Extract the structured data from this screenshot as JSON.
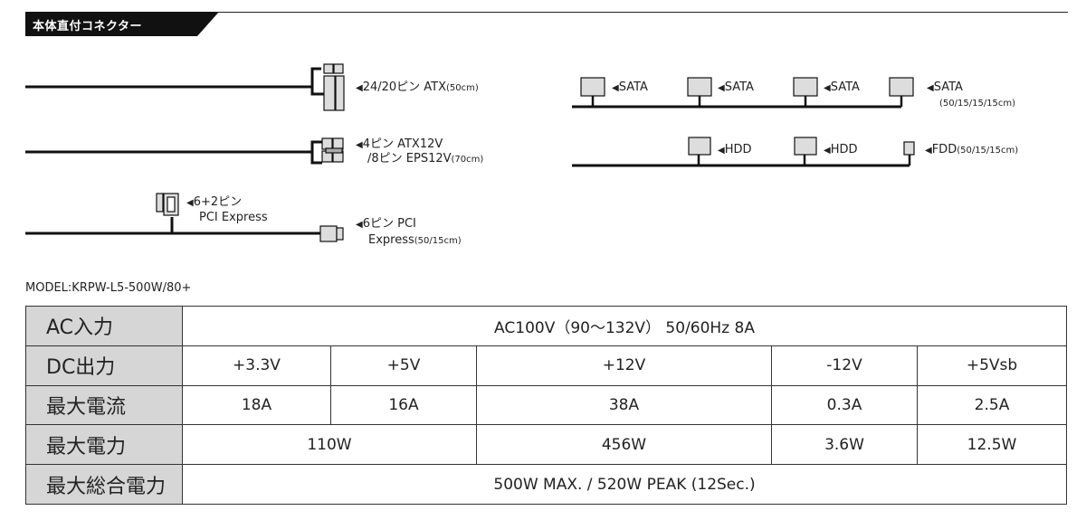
{
  "header": {
    "title": "本体直付コネクター"
  },
  "connectors": {
    "atx": {
      "arrow": "◀",
      "label": "24/20ピン ATX",
      "len": "(50cm)"
    },
    "atx12v": {
      "arrow": "◀",
      "label1": "4ピン ATX12V",
      "label2": "/8ピン EPS12V",
      "len": "(70cm)"
    },
    "pci62": {
      "arrow": "◀",
      "label1": "6+2ピン",
      "label2": "PCI Express"
    },
    "pci6": {
      "arrow": "◀",
      "label1": "6ピン PCI",
      "label2": "Express",
      "len": "(50/15cm)"
    },
    "sata": [
      {
        "arrow": "◀",
        "label": "SATA"
      },
      {
        "arrow": "◀",
        "label": "SATA"
      },
      {
        "arrow": "◀",
        "label": "SATA"
      },
      {
        "arrow": "◀",
        "label": "SATA"
      }
    ],
    "sata_len": "(50/15/15/15cm)",
    "hdd": [
      {
        "arrow": "◀",
        "label": "HDD"
      },
      {
        "arrow": "◀",
        "label": "HDD"
      }
    ],
    "fdd": {
      "arrow": "◀",
      "label": "FDD",
      "len": "(50/15/15cm)"
    }
  },
  "model": "MODEL:KRPW-L5-500W/80+",
  "spec": {
    "ac": {
      "label": "AC入力",
      "value": "AC100V（90〜132V） 50/60Hz 8A"
    },
    "dc": {
      "label": "DC出力",
      "cols": [
        "+3.3V",
        "+5V",
        "+12V",
        "-12V",
        "+5Vsb"
      ]
    },
    "current": {
      "label": "最大電流",
      "cols": [
        "18A",
        "16A",
        "38A",
        "0.3A",
        "2.5A"
      ]
    },
    "power": {
      "label": "最大電力",
      "v33_5": "110W",
      "v12": "456W",
      "vm12": "3.6W",
      "v5sb": "12.5W"
    },
    "total": {
      "label": "最大総合電力",
      "value": "500W MAX. / 520W PEAK (12Sec.)"
    }
  }
}
